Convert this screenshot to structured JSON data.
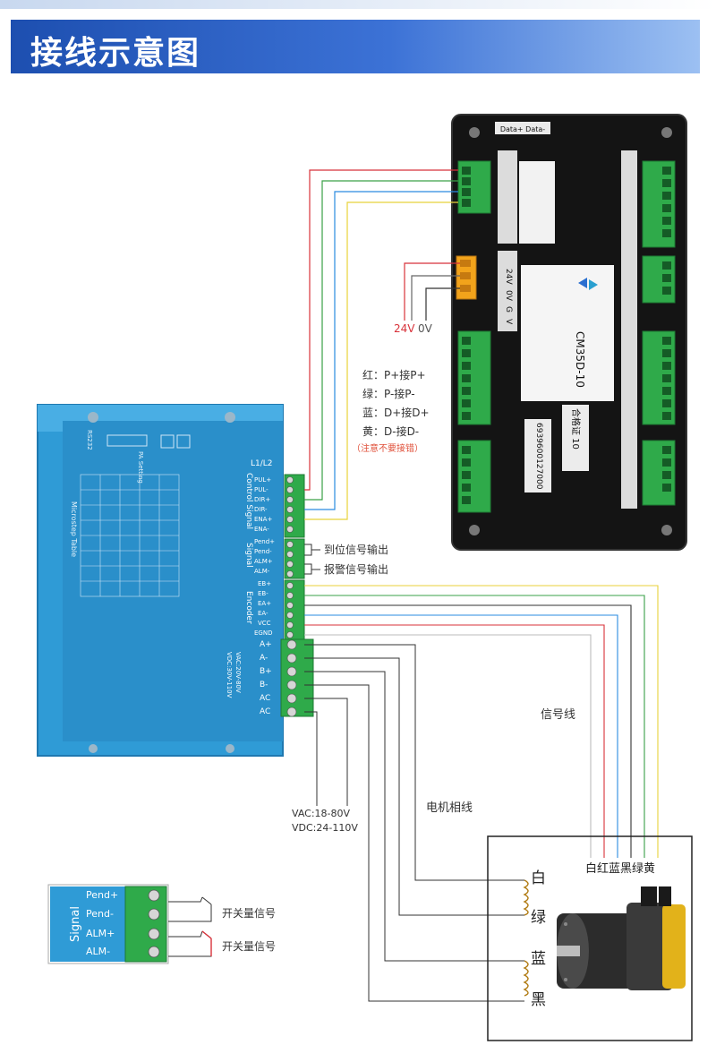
{
  "header": {
    "title": "接线示意图"
  },
  "controller": {
    "top_label": "Data+ Data-",
    "model": "CM35D-10",
    "serial": "6939600127000",
    "cert": "合格证 10",
    "power_labels": [
      "24V",
      "0V"
    ],
    "power_pins": [
      "24V",
      "0V",
      "G",
      "V"
    ]
  },
  "wiring_notes": {
    "red": "红：P+接P+",
    "green": "绿：P-接P-",
    "blue": "蓝：D+接D+",
    "yellow": "黄：D-接D-",
    "warning": "（注意不要接错）"
  },
  "driver": {
    "section_top": "L1/L2",
    "control_group": "Control Signal",
    "control_pins": [
      "PUL+",
      "PUL-",
      "DIR+",
      "DIR-",
      "ENA+",
      "ENA-"
    ],
    "signal_group": "Signal",
    "signal_pins": [
      "Pend+",
      "Pend-",
      "ALM+",
      "ALM-"
    ],
    "encoder_group": "Encoder",
    "encoder_pins": [
      "EB+",
      "EB-",
      "EA+",
      "EA-",
      "VCC",
      "EGND"
    ],
    "power_pins": [
      "A+",
      "A-",
      "B+",
      "B-",
      "AC",
      "AC"
    ],
    "power_spec": [
      "VAC:20V-80V",
      "VDC:30V-110V"
    ],
    "side_labels": [
      "RS232",
      "PA Setting",
      "Microstep Table"
    ]
  },
  "signal_outputs": {
    "in_position": "到位信号输出",
    "alarm": "报警信号输出"
  },
  "labels": {
    "signal_line": "信号线",
    "motor_phase": "电机相线",
    "vac": "VAC:18-80V",
    "vdc": "VDC:24-110V"
  },
  "motor": {
    "encoder_colors": "白红蓝黑绿黄",
    "phase_labels": [
      "白",
      "绿",
      "蓝",
      "黑"
    ]
  },
  "inset": {
    "group": "Signal",
    "pins": [
      "Pend+",
      "Pend-",
      "ALM+",
      "ALM-"
    ],
    "switch_label_1": "开关量信号",
    "switch_label_2": "开关量信号"
  },
  "colors": {
    "banner": "#1d4fb0",
    "driver": "#2f9bd6",
    "controller": "#141414",
    "terminal": "#2faa4a",
    "red": "#d8323a",
    "green": "#3aa047",
    "blue": "#2a8be0",
    "yellow": "#e8d23a",
    "warning": "#e0503a"
  }
}
